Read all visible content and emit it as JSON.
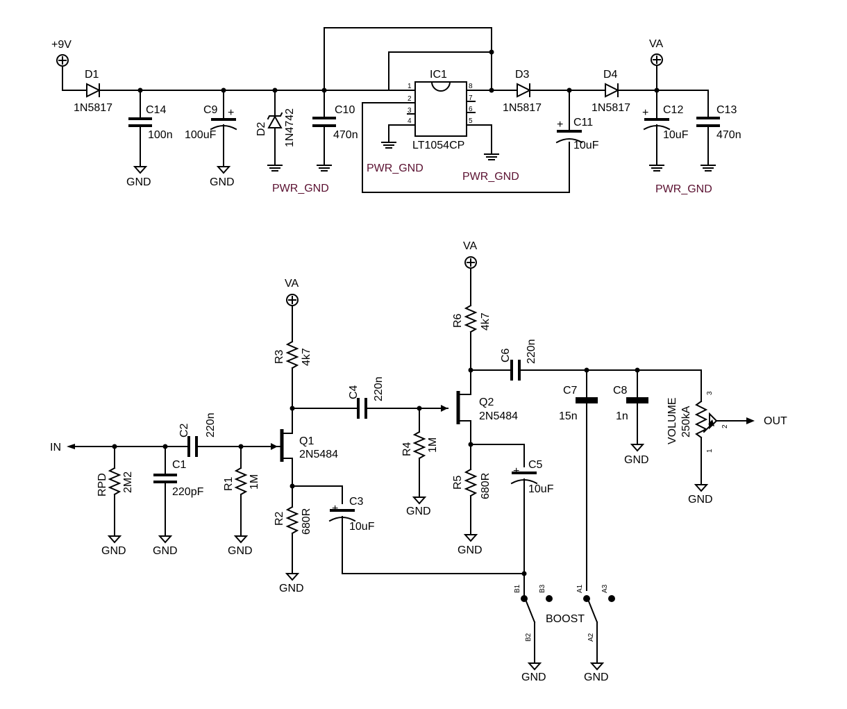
{
  "power": {
    "in_9v": "+9V",
    "va": "VA",
    "d1": {
      "ref": "D1",
      "value": "1N5817"
    },
    "c14": {
      "ref": "C14",
      "value": "100n"
    },
    "c9": {
      "ref": "C9",
      "value": "100uF"
    },
    "d2": {
      "ref": "D2",
      "value": "1N4742"
    },
    "c10": {
      "ref": "C10",
      "value": "470n"
    },
    "ic1": {
      "ref": "IC1",
      "value": "LT1054CP",
      "pins": [
        "1",
        "2",
        "3",
        "4",
        "5",
        "6",
        "7",
        "8"
      ]
    },
    "d3": {
      "ref": "D3",
      "value": "1N5817"
    },
    "c11": {
      "ref": "C11",
      "value": "10uF"
    },
    "d4": {
      "ref": "D4",
      "value": "1N5817"
    },
    "c12": {
      "ref": "C12",
      "value": "10uF"
    },
    "c13": {
      "ref": "C13",
      "value": "470n"
    },
    "gnd": "GND",
    "pwr_gnd": "PWR_GND",
    "plus": "+"
  },
  "amp": {
    "in": "IN",
    "out": "OUT",
    "rpd": {
      "ref": "RPD",
      "value": "2M2"
    },
    "c1": {
      "ref": "C1",
      "value": "220pF"
    },
    "c2": {
      "ref": "C2",
      "value": "220n"
    },
    "r1": {
      "ref": "R1",
      "value": "1M"
    },
    "r3": {
      "ref": "R3",
      "value": "4k7"
    },
    "q1": {
      "ref": "Q1",
      "value": "2N5484"
    },
    "r2": {
      "ref": "R2",
      "value": "680R"
    },
    "c3": {
      "ref": "C3",
      "value": "10uF"
    },
    "c4": {
      "ref": "C4",
      "value": "220n"
    },
    "r4": {
      "ref": "R4",
      "value": "1M"
    },
    "r6": {
      "ref": "R6",
      "value": "4k7"
    },
    "q2": {
      "ref": "Q2",
      "value": "2N5484"
    },
    "r5": {
      "ref": "R5",
      "value": "680R"
    },
    "c5": {
      "ref": "C5",
      "value": "10uF"
    },
    "c6": {
      "ref": "C6",
      "value": "220n"
    },
    "c7": {
      "ref": "C7",
      "value": "15n"
    },
    "c8": {
      "ref": "C8",
      "value": "1n"
    },
    "volume": {
      "ref": "VOLUME",
      "value": "250kA",
      "pins": [
        "3",
        "2",
        "1"
      ]
    },
    "boost": "BOOST",
    "sw_b": [
      "B1",
      "B2",
      "B3"
    ],
    "sw_a": [
      "A1",
      "A2",
      "A3"
    ]
  }
}
